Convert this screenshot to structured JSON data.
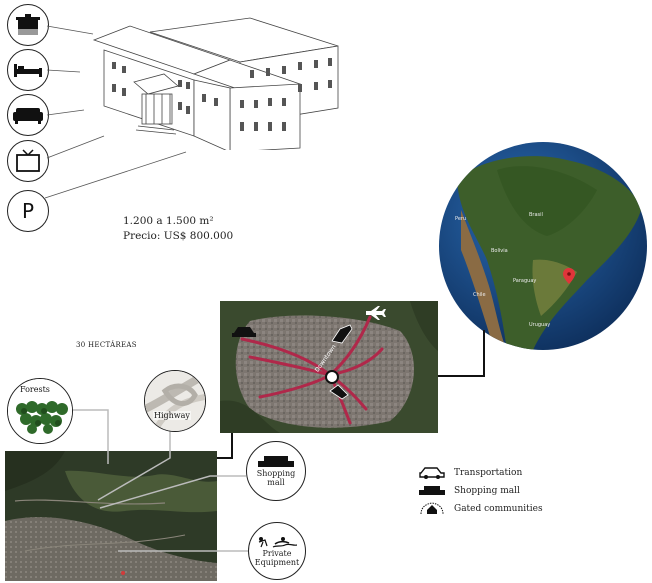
{
  "amenities": {
    "icons": [
      "cooking-pot-icon",
      "bed-icon",
      "sofa-icon",
      "tv-icon",
      "parking-icon"
    ],
    "parking_glyph": "P"
  },
  "property": {
    "area_text": "1.200 a 1.500 m²",
    "price_text": "Precio: US$ 800.000"
  },
  "land": {
    "area_text": "30 HECTÁREAS"
  },
  "features": {
    "forests_label": "Forests",
    "highway_label": "Highway",
    "shopping_label_line1": "Shopping",
    "shopping_label_line2": "mall",
    "private_label_line1": "Private",
    "private_label_line2": "Equipment"
  },
  "city_map": {
    "center_label": "Downtown"
  },
  "globe": {
    "labels": [
      "Peru",
      "Brasil",
      "Bolivia",
      "Paraguay",
      "Chile",
      "Uruguay"
    ]
  },
  "legend": {
    "items": [
      {
        "icon": "car-icon",
        "label": "Transportation"
      },
      {
        "icon": "shopping-mall-icon",
        "label": "Shopping mall"
      },
      {
        "icon": "gated-community-icon",
        "label": "Gated communities"
      }
    ]
  },
  "colors": {
    "road_red": "#b0284a",
    "ocean_blue": "#1b4f8f",
    "land_green": "#3d5e2a",
    "satellite_dark": "#2e3a27"
  }
}
